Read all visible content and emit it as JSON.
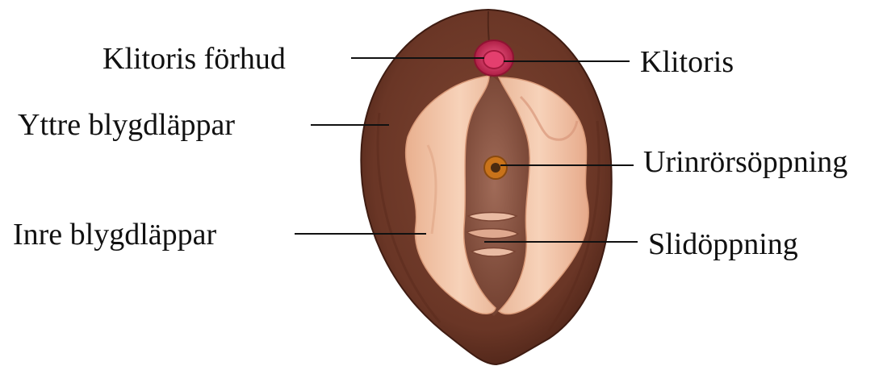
{
  "labels": {
    "clitoral_hood": "Klitoris förhud",
    "clitoris": "Klitoris",
    "outer_labia": "Yttre blygdläppar",
    "urethral_opening": "Urinrörsöppning",
    "inner_labia": "Inre blygdläppar",
    "vaginal_opening": "Slidöppning"
  },
  "colors": {
    "outer_tissue": "#6e3a2a",
    "outer_tissue_dark": "#4e2519",
    "inner_tissue": "#f3c5a8",
    "inner_tissue_shade": "#e2a887",
    "vestibule": "#8d5a4a",
    "clitoris": "#d2325f",
    "urethra_ring": "#c9731a",
    "leader_line": "#111111"
  }
}
